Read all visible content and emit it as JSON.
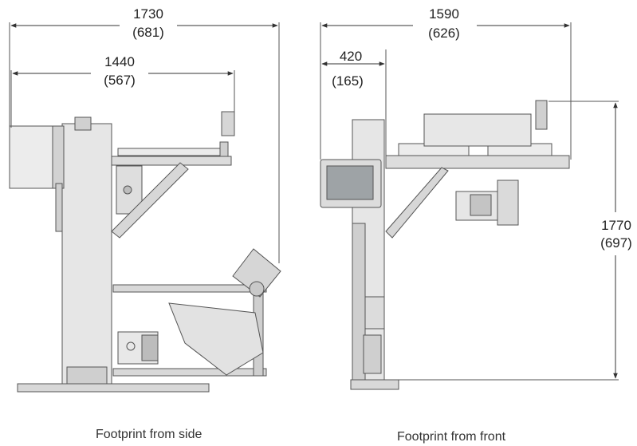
{
  "views": {
    "side": {
      "caption": "Footprint from side",
      "overall_mm": "1730",
      "overall_in": "(681)",
      "reach_mm": "1440",
      "reach_in": "(567)"
    },
    "front": {
      "caption": "Footprint from front",
      "overall_mm": "1590",
      "overall_in": "(626)",
      "offset_mm": "420",
      "offset_in": "(165)",
      "height_mm": "1770",
      "height_in": "(697)"
    }
  },
  "colors": {
    "line": "#333333",
    "body": "#e3e3e3",
    "shade": "#bdbdbd",
    "dark": "#7a7a7a",
    "screen": "#9ea3a6"
  }
}
